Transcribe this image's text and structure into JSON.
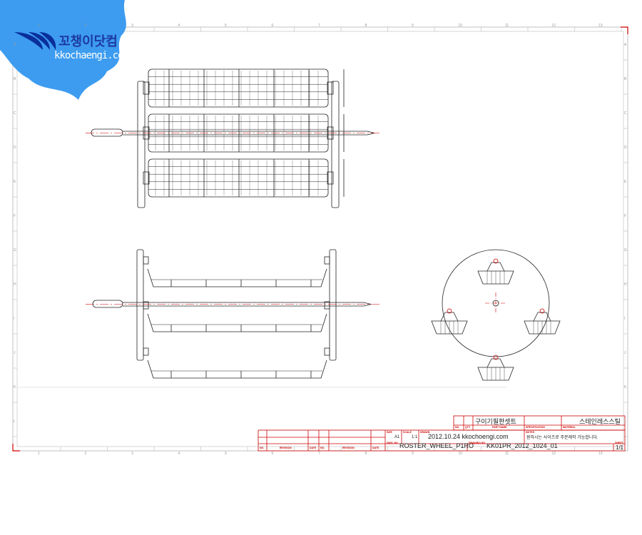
{
  "logo": {
    "korean": "꼬챙이닷컴",
    "domain": "kkochaengi.com"
  },
  "grid": {
    "columns": [
      "1",
      "2",
      "3",
      "4",
      "5",
      "6",
      "7",
      "8",
      "9",
      "10",
      "11",
      "12",
      "13"
    ],
    "rows": [
      "A",
      "B",
      "C",
      "D",
      "E",
      "F",
      "G",
      "H",
      "I",
      "J",
      "K",
      "L"
    ]
  },
  "title_block": {
    "part_name": "구이기필판셋트",
    "material": "스테인레스스틸",
    "no_label": "NO.",
    "qty_label": "QTY",
    "part_name_label": "PART NAME",
    "spec_label": "SPECIFICATION",
    "material_label": "MATERIAL",
    "size_label": "SIZE",
    "size": "A1",
    "scale_label": "SCALE",
    "scale": "1:1",
    "drawn_label": "DRAWN",
    "drawn": "2012.10.24 kkochoengi.com",
    "notes_label": "NOTES",
    "notes": "원하시는 사이즈로 주문제작 가능합니다.",
    "dwg_name_label": "DWG. NO.",
    "dwg_name": "ROSTER_WHEEL_P1RO",
    "drawing_no_label": "DRAWING NO.",
    "drawing_no": "KK01PR_2012_1024_01",
    "sheet_label": "SHEET",
    "sheet": "1/1",
    "revision_label": "REVISION",
    "date_label": "DATE",
    "no2": "NO."
  }
}
